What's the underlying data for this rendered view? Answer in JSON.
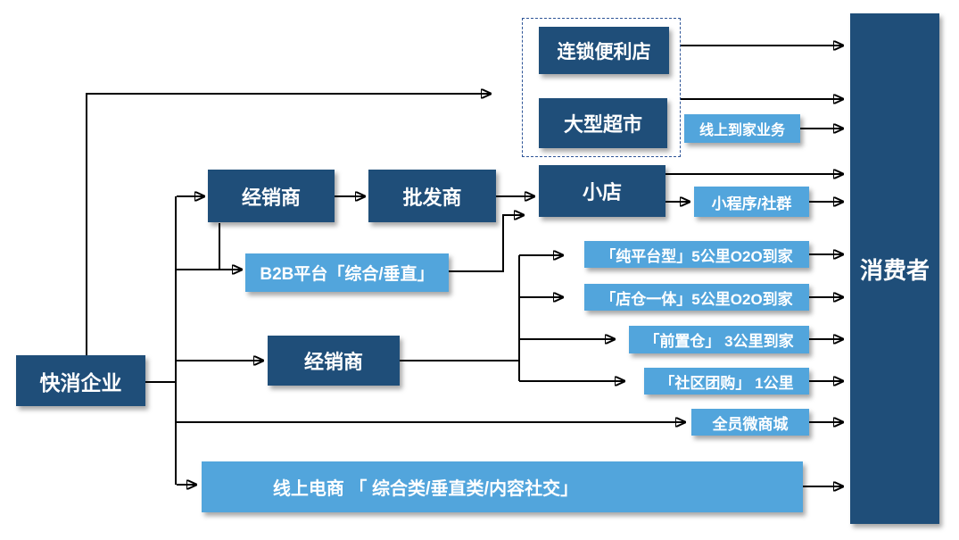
{
  "colors": {
    "dark_box": "#1F4E79",
    "light_box": "#52A5DC",
    "line": "#000000",
    "dashed_border": "#2F5597",
    "text": "#FFFFFF",
    "background": "#FFFFFF"
  },
  "nodes": {
    "fmcg": "快消企业",
    "distributor1": "经销商",
    "wholesaler": "批发商",
    "b2b_platform": "B2B平台「综合/垂直」",
    "distributor2": "经销商",
    "chain_convenience": "连锁便利店",
    "hypermarket": "大型超市",
    "small_store": "小店",
    "online_to_home": "线上到家业务",
    "miniprogram_community": "小程序/社群",
    "pure_platform_o2o": "「纯平台型」5公里O2O到家",
    "store_warehouse_o2o": "「店仓一体」5公里O2O到家",
    "front_warehouse": "「前置仓」 3公里到家",
    "community_group_buy": "「社区团购」 1公里",
    "staff_wechat_mall": "全员微商城",
    "online_ecommerce": "线上电商 「 综合类/垂直类/内容社交」",
    "consumer": "消费者"
  }
}
